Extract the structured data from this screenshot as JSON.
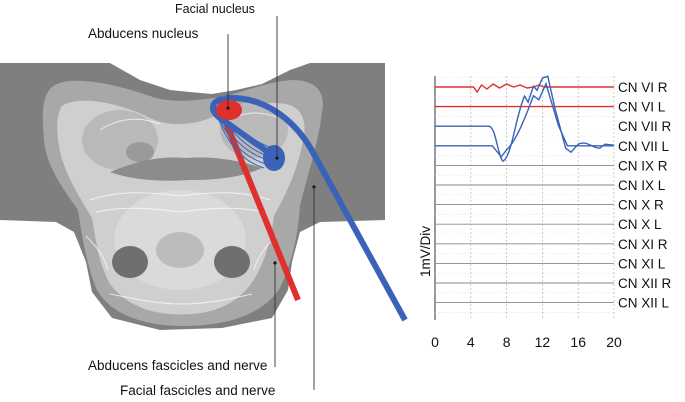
{
  "labels": {
    "facial_nucleus": "Facial nucleus",
    "abducens_nucleus": "Abducens nucleus",
    "abducens_fascicles": "Abducens fascicles and nerve",
    "facial_fascicles": "Facial fascicles and nerve",
    "scale": "1mV/Div"
  },
  "colors": {
    "abducens": "#e0302e",
    "facial": "#3a62b8",
    "quiet_trace": "#8a8a8a",
    "tissue_dark": "#7f7f7f",
    "tissue_mid": "#a9a9a9",
    "tissue_light": "#d2d2d2"
  },
  "chart_data": {
    "type": "line",
    "x_ticks": [
      "0",
      "4",
      "8",
      "12",
      "16",
      "20"
    ],
    "xlim": [
      0,
      20
    ],
    "channels": [
      {
        "name": "CN VI R",
        "color": "#e0302e"
      },
      {
        "name": "CN VI L",
        "color": "#e0302e"
      },
      {
        "name": "CN VII R",
        "color": "#3a62b8"
      },
      {
        "name": "CN VII L",
        "color": "#3a62b8"
      },
      {
        "name": "CN IX  R",
        "color": "#8a8a8a"
      },
      {
        "name": "CN IX L",
        "color": "#8a8a8a"
      },
      {
        "name": "CN X R",
        "color": "#8a8a8a"
      },
      {
        "name": "CN X L",
        "color": "#8a8a8a"
      },
      {
        "name": "CN XI R",
        "color": "#8a8a8a"
      },
      {
        "name": "CN XI L",
        "color": "#8a8a8a"
      },
      {
        "name": "CN XII R",
        "color": "#8a8a8a"
      },
      {
        "name": "CN XII L",
        "color": "#8a8a8a"
      }
    ]
  }
}
